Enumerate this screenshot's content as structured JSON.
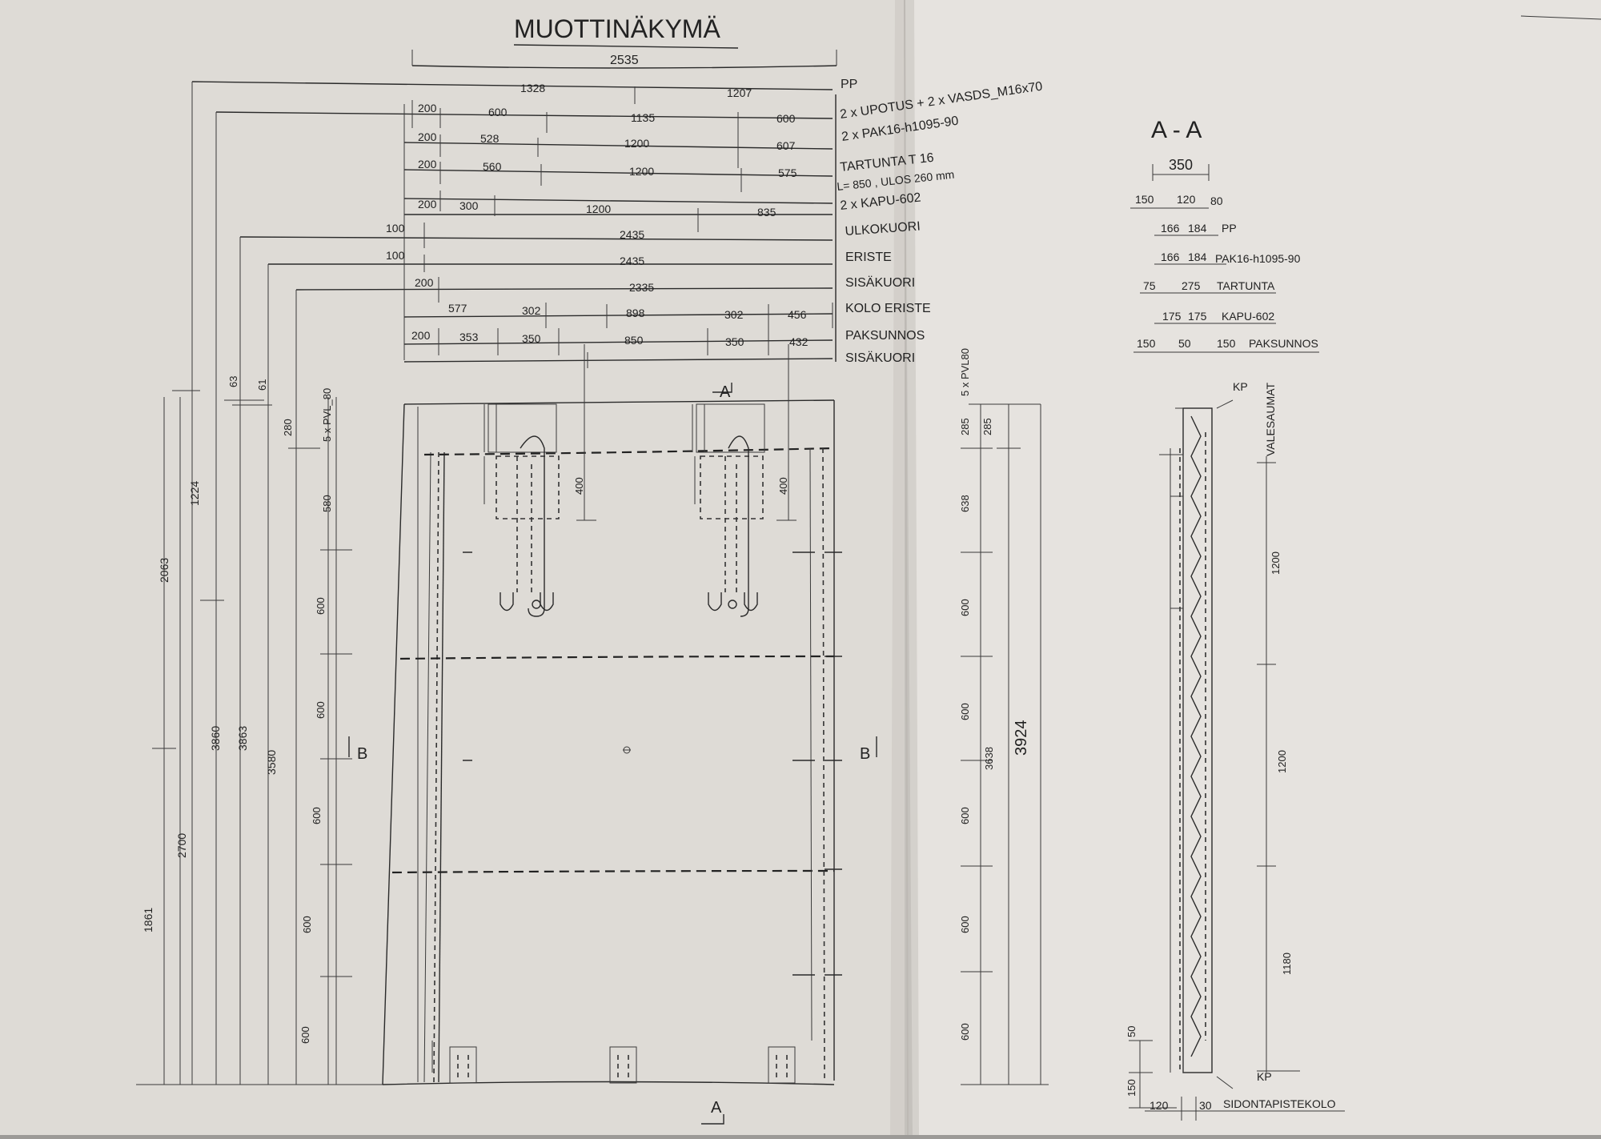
{
  "drawing": {
    "title": "MUOTTINÄKYMÄ",
    "section_title": "A - A",
    "overall_width": "2535",
    "left_dims": [
      "2063",
      "1224",
      "3860",
      "3863",
      "3580",
      "2700",
      "1861"
    ],
    "left_small_dims": [
      "63",
      "61",
      "280",
      "5 x PVL_80",
      "580",
      "600",
      "600",
      "600",
      "600",
      "600"
    ],
    "right_dims": [
      "5 x PVL80",
      "285",
      "285",
      "638",
      "600",
      "600",
      "600",
      "600",
      "600",
      "3638",
      "3924"
    ],
    "section_right_dims": [
      "VALESAUMAT",
      "1200",
      "1200",
      "1180"
    ],
    "hole_depth": "400",
    "rows": [
      {
        "label": "PP",
        "dims": [
          "1328",
          "1207"
        ]
      },
      {
        "label": "2 x UPOTUS + 2 x VASDS_M16x70",
        "dims": [
          "200",
          "600",
          "1135",
          "600"
        ]
      },
      {
        "label": "2 x PAK16-h1095-90",
        "dims": [
          "200",
          "528",
          "1200",
          "607"
        ]
      },
      {
        "label": "TARTUNTA T 16",
        "sublabel": "L= 850 , ULOS 260 mm",
        "dims": [
          "200",
          "560",
          "1200",
          "575"
        ]
      },
      {
        "label": "2 x KAPU-602",
        "dims": [
          "200",
          "300",
          "1200",
          "835"
        ]
      },
      {
        "label": "ULKOKUORI",
        "dims": [
          "100",
          "2435"
        ]
      },
      {
        "label": "ERISTE",
        "dims": [
          "100",
          "2435"
        ]
      },
      {
        "label": "SISÄKUORI",
        "dims": [
          "200",
          "2335"
        ]
      },
      {
        "label": "KOLO ERISTE",
        "dims": [
          "577",
          "302",
          "898",
          "302",
          "456"
        ]
      },
      {
        "label": "PAKSUNNOS",
        "dims": [
          "200",
          "353",
          "350",
          "850",
          "350",
          "432"
        ]
      },
      {
        "label": "SISÄKUORI",
        "dims": []
      }
    ],
    "section_rows": [
      {
        "label": "",
        "dims": [
          "150",
          "120",
          "80"
        ]
      },
      {
        "label": "PP",
        "dims": [
          "166",
          "184"
        ]
      },
      {
        "label": "PAK16-h1095-90",
        "dims": [
          "166",
          "184"
        ]
      },
      {
        "label": "TARTUNTA",
        "dims": [
          "75",
          "275"
        ]
      },
      {
        "label": "KAPU-602",
        "dims": [
          "175",
          "175"
        ]
      },
      {
        "label": "PAKSUNNOS",
        "dims": [
          "150",
          "50",
          "150"
        ]
      }
    ],
    "section_total": "350",
    "section_marks": {
      "a": "A",
      "b": "B"
    },
    "kp": "KP",
    "bottom": {
      "d1": "150",
      "d2": "50",
      "d3": "120",
      "d4": "30",
      "label": "SIDONTAPISTEKOLO"
    }
  }
}
